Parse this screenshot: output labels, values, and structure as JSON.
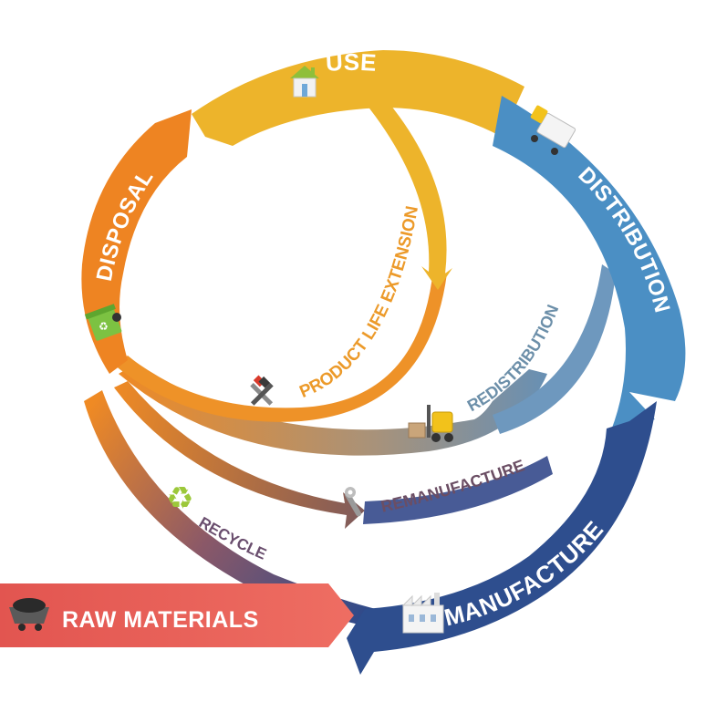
{
  "stages": {
    "use": "USE",
    "distribution": "DISTRIBUTION",
    "manufacture": "MANUFACTURE",
    "disposal": "DISPOSAL",
    "raw_materials": "RAW MATERIALS"
  },
  "loops": {
    "product_life_extension": "PRODUCT LIFE EXTENSION",
    "redistribution": "REDISTRIBUTION",
    "remanufacture": "REMANUFACTURE",
    "recycle": "RECYCLE"
  },
  "colors": {
    "use": "#EDB42B",
    "distribution": "#4B8FC4",
    "manufacture": "#2E4E8E",
    "disposal": "#EE8422",
    "raw_materials": "#E9615A",
    "product_life_extension_text": "#EC9A2A",
    "redistribution_text": "#6C8FA9",
    "remanufacture_text": "#6B4E64",
    "recycle_text": "#6A4E6E"
  },
  "icons": {
    "use": "house-icon",
    "distribution": "truck-icon",
    "manufacture": "factory-icon",
    "disposal": "recycle-bin-icon",
    "raw_materials": "mine-cart-icon",
    "product_life_extension": "tools-icon",
    "redistribution": "forklift-icon",
    "remanufacture": "wrench-icon",
    "recycle": "recycle-icon"
  }
}
